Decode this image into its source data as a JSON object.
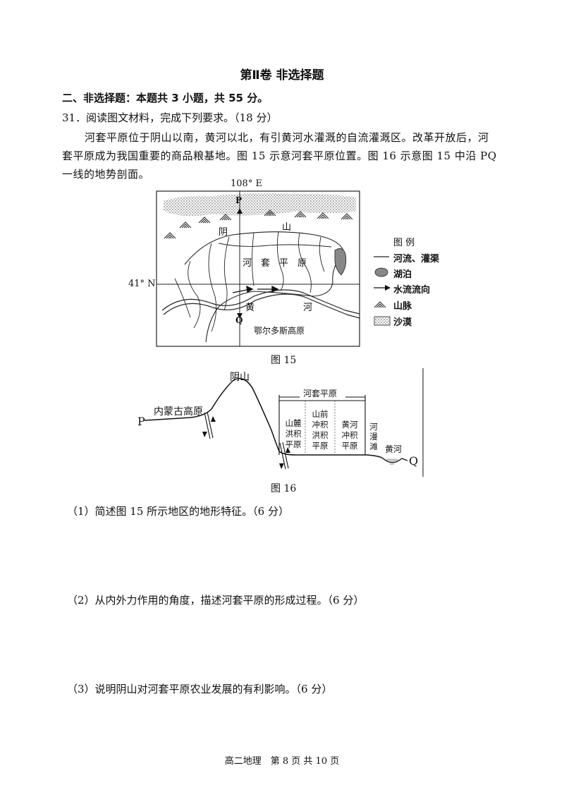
{
  "header": {
    "title": "第Ⅱ卷 非选择题"
  },
  "section": {
    "heading": "二、非选择题：本题共 3 小题，共 55 分。"
  },
  "question31": {
    "stem": "31．阅读图文材料，完成下列要求。（18 分）",
    "paragraph_lines": [
      "河套平原位于阴山以南，黄河以北，有引黄河水灌溉的自流灌溉区。改革开放后，河",
      "套平原成为我国重要的商品粮基地。图 15 示意河套平原位置。图 16 示意图 15 中沿 PQ",
      "一线的地势剖面。"
    ]
  },
  "figure15": {
    "caption": "图 15",
    "lon_label": "108° E",
    "lat_label": "41° N",
    "label_P": "P",
    "label_Q": "Q",
    "label_yin": "阴",
    "label_shan": "山",
    "plain_chars": [
      "河",
      "套",
      "平",
      "原"
    ],
    "label_huang": "黄",
    "label_he": "河",
    "ordos": "鄂尔多斯高原",
    "legend": {
      "title": "图 例",
      "items": [
        "河流、灌渠",
        "湖泊",
        "水流流向",
        "山脉",
        "沙漠"
      ]
    }
  },
  "figure16": {
    "caption": "图 16",
    "label_P": "P",
    "label_Q": "Q",
    "yinshan": "阴山",
    "neimenggu": "内蒙古高原",
    "hetao_box": "河套平原",
    "col1": [
      "山麓",
      "洪积",
      "平原"
    ],
    "col2": [
      "山前",
      "冲积",
      "洪积",
      "平原"
    ],
    "col3": [
      "黄河",
      "冲积",
      "平原"
    ],
    "col4": [
      "河",
      "漫",
      "滩"
    ],
    "huanghe": "黄河"
  },
  "questions": [
    "（1）简述图 15 所示地区的地形特征。（6 分）",
    "（2）从内外力作用的角度，描述河套平原的形成过程。（6 分）",
    "（3）说明阴山对河套平原农业发展的有利影响。（6 分）"
  ],
  "footer": "高二地理　第 8 页 共 10 页"
}
